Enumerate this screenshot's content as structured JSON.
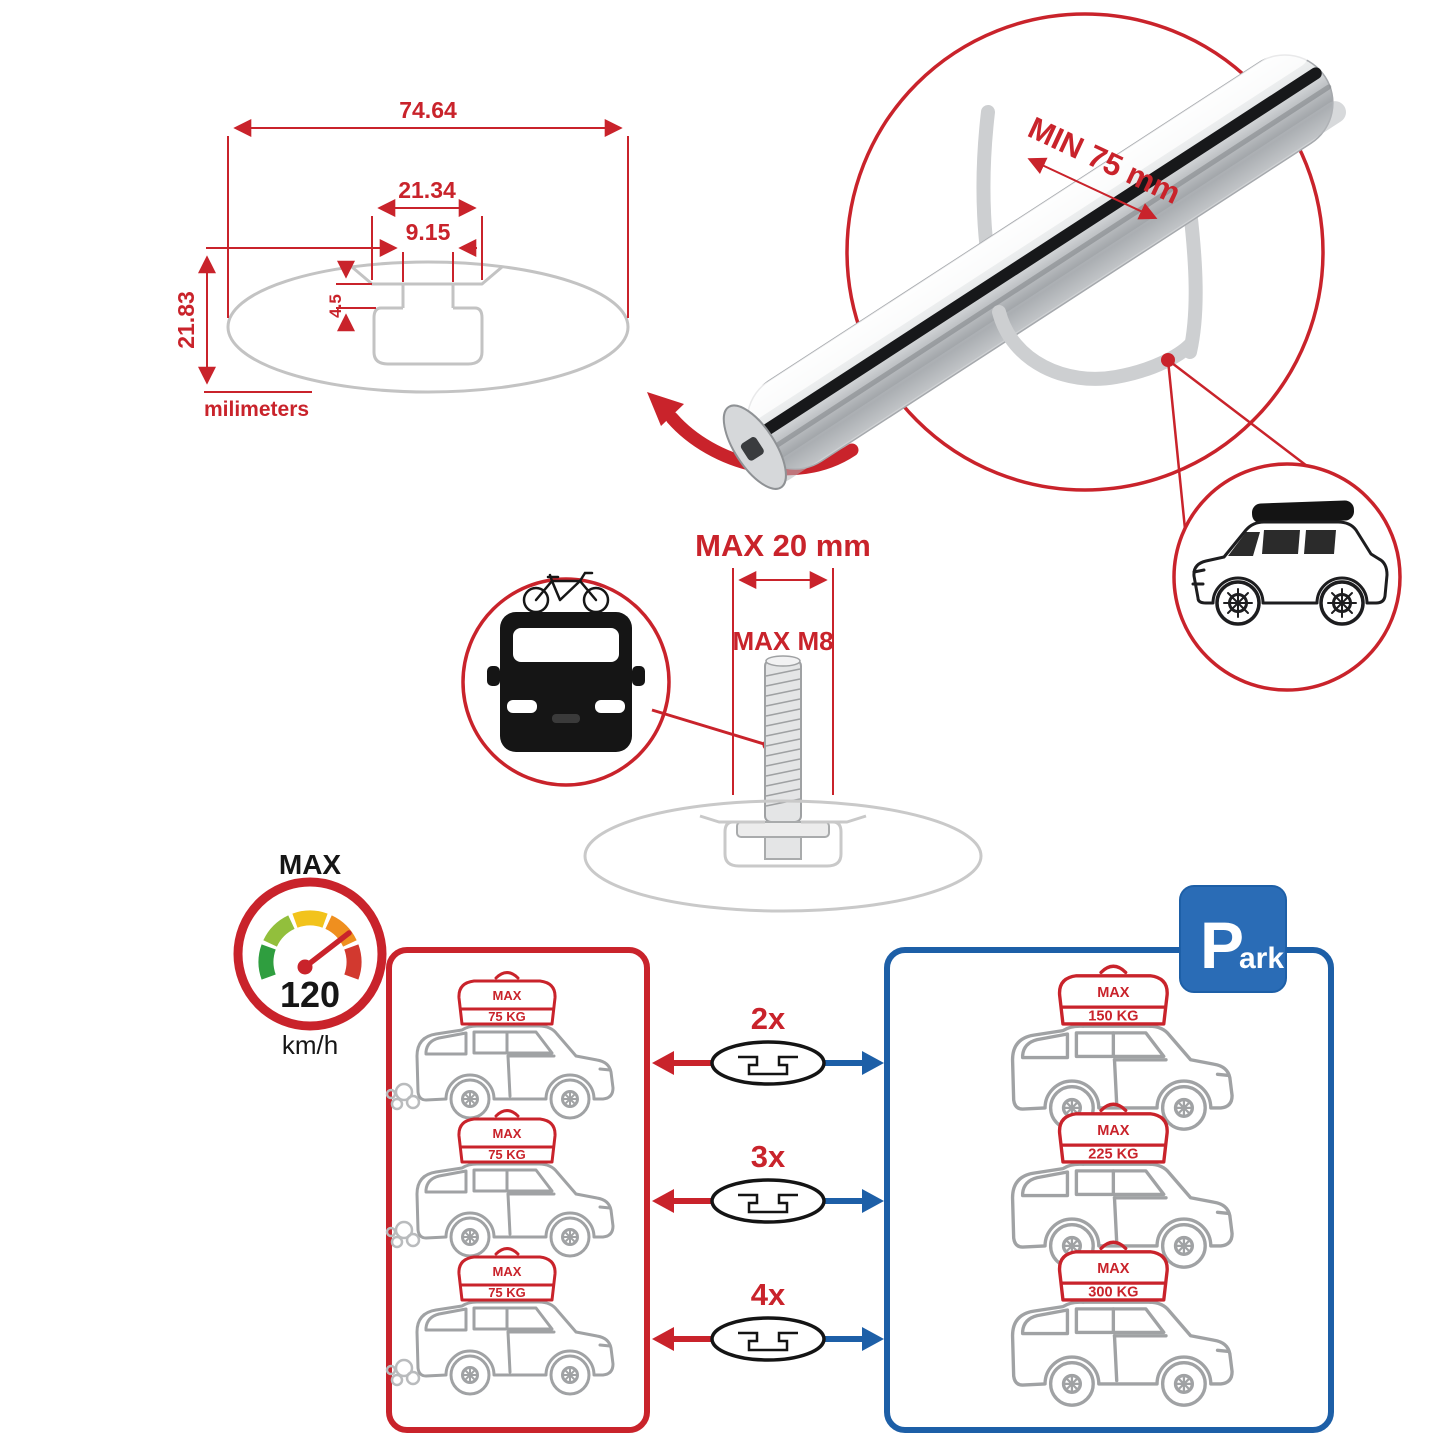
{
  "colors": {
    "accent_red": "#c9232b",
    "accent_blue": "#1d5fa7",
    "steel_gray": "#9b9d9f",
    "sketch_gray": "#c9c9c9",
    "ink_black": "#161616",
    "park_sign_blue": "#2a6cb6"
  },
  "profile_dimensions": {
    "total_width": "74.64",
    "slot_outer_width": "21.34",
    "slot_inner_width": "9.15",
    "slot_depth": "4.5",
    "total_height": "21.83",
    "unit_label": "milimeters"
  },
  "clamp_detail": {
    "min_grip_label": "MIN 75 mm"
  },
  "bolt_detail": {
    "max_length_label": "MAX 20 mm",
    "max_thread_label": "MAX M8"
  },
  "speed_limit": {
    "label": "MAX",
    "value": "120",
    "unit": "km/h"
  },
  "capacity": {
    "bar_counts": [
      "2x",
      "3x",
      "4x"
    ],
    "driving_loads": [
      {
        "label": "MAX",
        "weight": "75 KG"
      },
      {
        "label": "MAX",
        "weight": "75 KG"
      },
      {
        "label": "MAX",
        "weight": "75 KG"
      }
    ],
    "parked_loads": [
      {
        "label": "MAX",
        "weight": "150 KG"
      },
      {
        "label": "MAX",
        "weight": "225 KG"
      },
      {
        "label": "MAX",
        "weight": "300 KG"
      }
    ],
    "park_sign": {
      "letter": "P",
      "rest": "ark"
    }
  }
}
